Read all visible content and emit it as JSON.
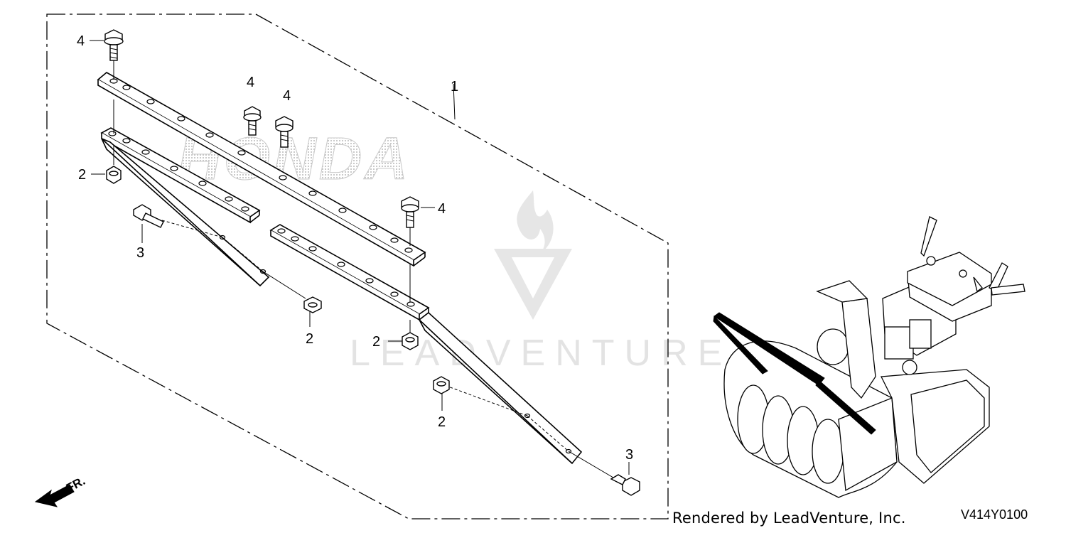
{
  "diagram": {
    "callouts": {
      "c1": "1",
      "c2a": "2",
      "c2b": "2",
      "c2c": "2",
      "c2d": "2",
      "c3a": "3",
      "c3b": "3",
      "c4a": "4",
      "c4b": "4",
      "c4c": "4",
      "c4d": "4"
    },
    "front_label": "FR."
  },
  "watermarks": {
    "brand": "HONDA",
    "company": "LEADVENTURE"
  },
  "footer": {
    "credit": "Rendered by LeadVenture, Inc.",
    "diagram_code": "V414Y0100"
  },
  "colors": {
    "line": "#000000",
    "watermark_gray": "#d9d9d9"
  }
}
